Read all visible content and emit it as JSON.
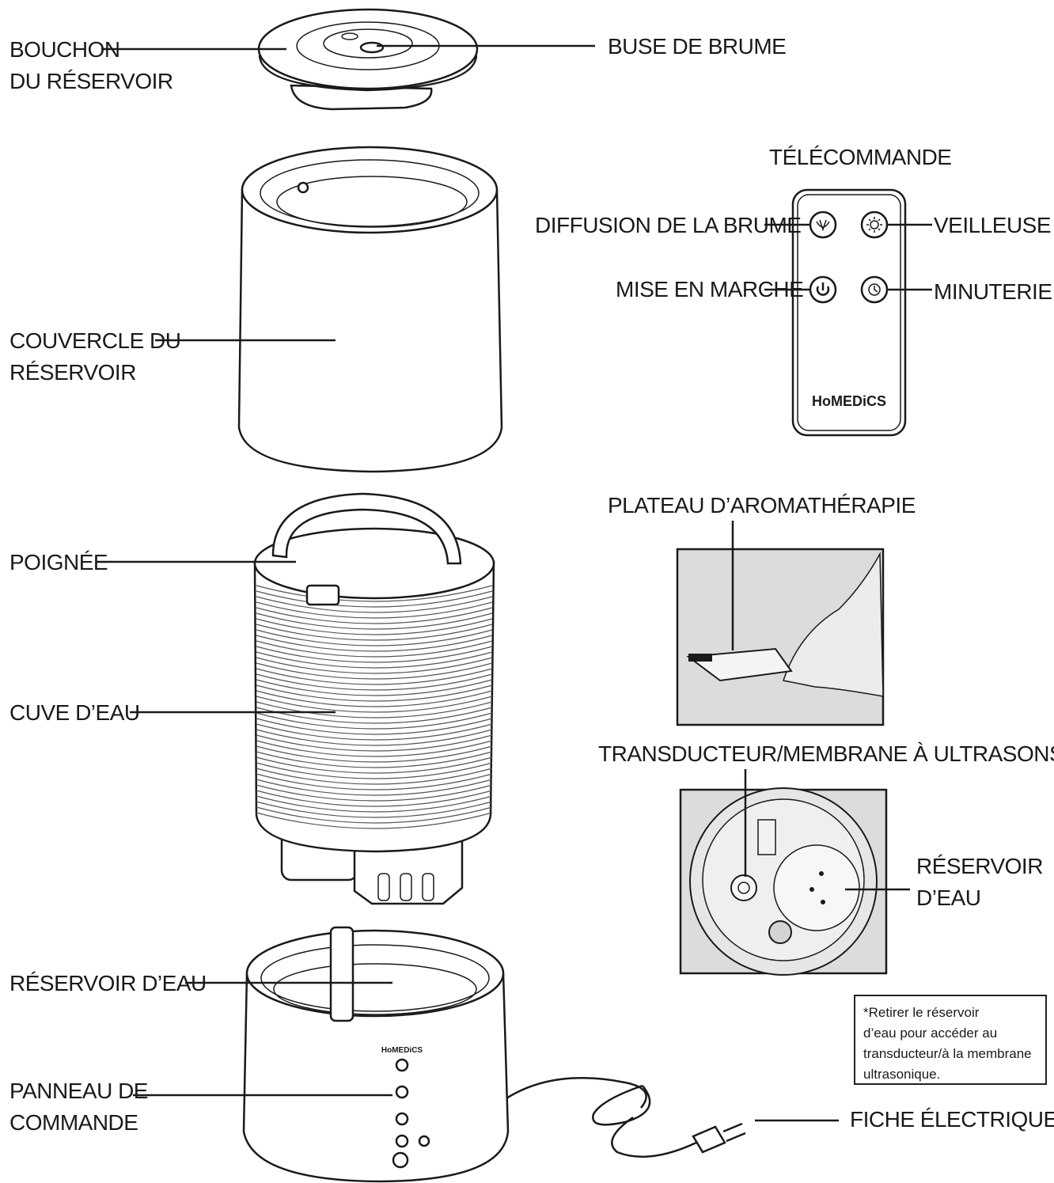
{
  "labels": {
    "tank_cap": [
      "BOUCHON",
      "DU RÉSERVOIR"
    ],
    "mist_nozzle": "BUSE DE BRUME",
    "remote_title": "TÉLÉCOMMANDE",
    "mist_diffusion": "DIFFUSION DE LA BRUME",
    "night_light": "VEILLEUSE",
    "power": "MISE EN MARCHE",
    "timer": "MINUTERIE",
    "tank_cover": [
      "COUVERCLE DU",
      "RÉSERVOIR"
    ],
    "handle": "POIGNÉE",
    "water_tank": "CUVE D’EAU",
    "aroma_tray": "PLATEAU D’AROMATHÉRAPIE",
    "transducer": "TRANSDUCTEUR/MEMBRANE À ULTRASONS*",
    "water_reservoir_inset": [
      "RÉSERVOIR",
      "D’EAU"
    ],
    "water_reservoir": "RÉSERVOIR D’EAU",
    "control_panel": [
      "PANNEAU DE",
      "COMMANDE"
    ],
    "power_plug": "FICHE ÉLECTRIQUE"
  },
  "remote_brand": "HoMEDiCS",
  "base_brand": "HoMEDiCS",
  "note": "*Retirer le réservoir\nd’eau pour accéder au\ntransducteur/à la membrane\nultrasonique."
}
